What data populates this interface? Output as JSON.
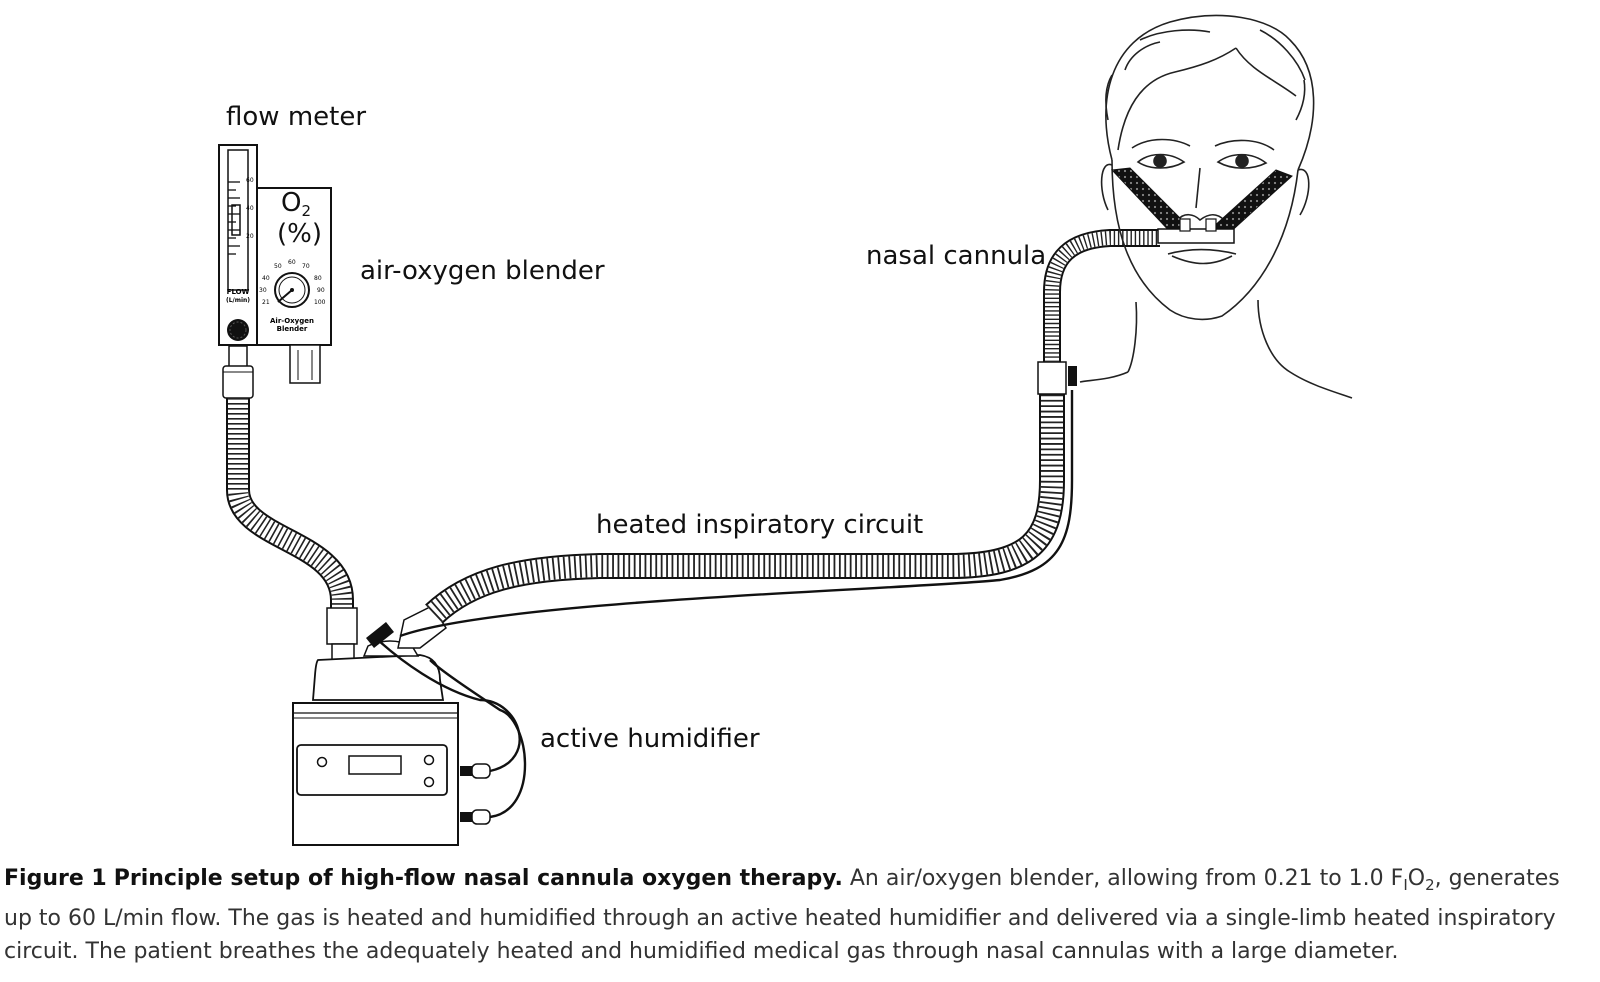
{
  "labels": {
    "flow_meter": "flow meter",
    "o2": "O",
    "o2_sub": "2",
    "percent": "(%)",
    "blender": "air-oxygen blender",
    "nasal_cannula": "nasal cannula",
    "circuit": "heated inspiratory circuit",
    "humidifier": "active humidifier"
  },
  "device_text": {
    "flow_unit": "FLOW",
    "flow_unit2": "(L/min)",
    "flow_ticks": [
      "60",
      "40",
      "20"
    ],
    "blender_name": "Air-Oxygen",
    "blender_name2": "Blender",
    "dial_ticks": [
      "21",
      "30",
      "40",
      "50",
      "60",
      "70",
      "80",
      "90",
      "100"
    ]
  },
  "caption": {
    "figure_label": "Figure 1",
    "title": "Principle setup of high-flow nasal cannula oxygen therapy.",
    "text_a": "An air/oxygen blender, allowing from 0.21 to 1.0 F",
    "text_sub1": "I",
    "text_b": "O",
    "text_sub2": "2",
    "text_c": ", generates up to 60 L/min flow. The gas is heated and humidified through an active heated humidifier and delivered via a single-limb heated inspiratory circuit. The patient breathes the adequately heated and humidified medical gas through nasal cannulas with a large diameter."
  }
}
